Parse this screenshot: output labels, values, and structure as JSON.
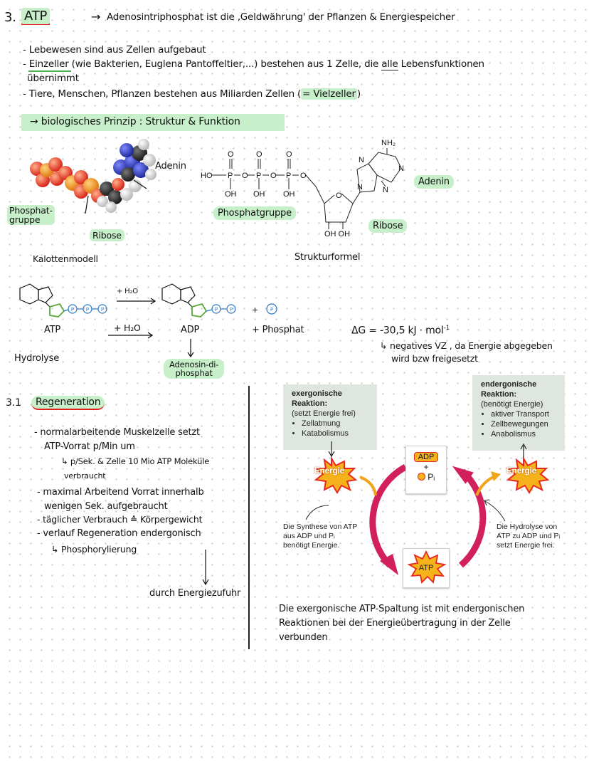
{
  "header": {
    "number": "3.",
    "title": "ATP",
    "arrow": "→",
    "subtitle": "Adenosintriphosphat ist die ‚Geldwährung' der Pflanzen & Energiespeicher"
  },
  "intro_bullets": [
    "- Lebewesen sind aus Zellen aufgebaut",
    "- Einzeller (wie Bakterien, Euglena Pantoffeltier,...) bestehen aus 1 Zelle, die",
    "übernimmt",
    "- Tiere, Menschen, Pflanzen bestehen aus Miliarden Zellen ("
  ],
  "intro_extra": {
    "word_alle": "alle",
    "word_lebens": "Lebensfunktionen",
    "vielzeller": "= Vielzeller",
    "close": ")"
  },
  "principle": "→ biologisches Prinzip : Struktur & Funktion",
  "models": {
    "kalotten_labels": {
      "adenin": "Adenin",
      "phosphat": "Phosphat-\ngruppe",
      "ribose": "Ribose",
      "caption": "Kalottenmodell"
    },
    "struktur_labels": {
      "adenin": "Adenin",
      "phosphatgruppe": "Phosphatgruppe",
      "ribose": "Ribose",
      "caption": "Strukturformel",
      "nh2": "NH₂",
      "ho": "HO",
      "oh": "OH",
      "p": "P",
      "o": "O",
      "n": "N",
      "ohoh": "OH OH"
    }
  },
  "hydrolysis": {
    "p_letter": "P",
    "water_top": "+ H₂O",
    "water_mid": "+ H₂O",
    "atp": "ATP",
    "adp": "ADP",
    "plus": "+",
    "phosphat": "+ Phosphat",
    "label": "Hydrolyse",
    "adp_full": "Adenosin-di-\nphosphat",
    "delta_g": "ΔG = -30,5 kJ · mol",
    "delta_exp": "-1",
    "note_line1": "↳ negatives VZ , da Energie abgegeben",
    "note_line2": "wird bzw freigesetzt"
  },
  "regeneration": {
    "heading_num": "3.1",
    "heading": "Regeneration",
    "lines": [
      "- normalarbeitende Muskelzelle setzt",
      "ATP-Vorrat p/Min um",
      "↳ p/Sek. & Zelle   10 Mio  ATP Moleküle",
      "verbraucht",
      "- maximal Arbeitend Vorrat innerhalb",
      "wenigen Sek. aufgebraucht",
      "- täglicher Verbrauch ≙ Körpergewicht",
      "- verlauf Regeneration endergonisch",
      "↳ Phosphorylierung"
    ],
    "conclusion": "durch Energiezufuhr"
  },
  "cycle": {
    "exergonic": {
      "title": "exergonische\nReaktion:",
      "sub": "(setzt Energie frei)",
      "items": [
        "Zellatmung",
        "Katabolismus"
      ]
    },
    "endergonic": {
      "title": "endergonische\nReaktion:",
      "sub": "(benötigt Energie)",
      "items": [
        "aktiver Transport",
        "Zellbewegungen",
        "Anabolismus"
      ]
    },
    "energy_left": "Energie",
    "energy_right": "Energie",
    "adp": "ADP",
    "plus": "+",
    "pi": "Pᵢ",
    "atp": "ATP",
    "caption_left": "Die Synthese von ATP\naus ADP und Pᵢ\nbenötigt Energie.",
    "caption_right": "Die Hydrolyse von\nATP zu ADP und Pᵢ\nsetzt Energie frei.",
    "colors": {
      "arrow": "#d2205a",
      "burst": "#e8281e",
      "burst_fill": "#f6b21a",
      "box": "#dfe6e0",
      "highlight": "#c7efc9"
    }
  },
  "summary": [
    "Die exergonische ATP-Spaltung ist mit endergonischen",
    "Reaktionen bei der Energieübertragung in der Zelle",
    "verbunden"
  ]
}
